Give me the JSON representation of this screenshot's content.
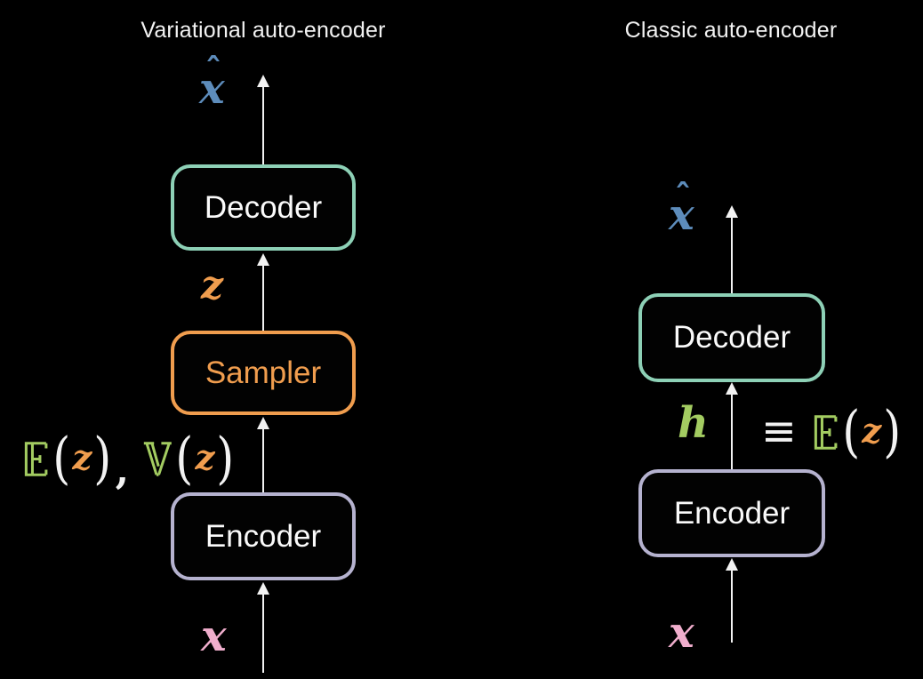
{
  "vae": {
    "title": "Variational auto-encoder",
    "boxes": {
      "decoder": "Decoder",
      "sampler": "Sampler",
      "encoder": "Encoder"
    },
    "labels": {
      "output": {
        "base": "x",
        "hat": "ˆ"
      },
      "latent": "z",
      "moments": {
        "E": "𝔼",
        "V": "𝕍",
        "open": "(",
        "close": ")",
        "comma": ",",
        "z": "z"
      },
      "input": "x"
    }
  },
  "classic": {
    "title": "Classic auto-encoder",
    "boxes": {
      "decoder": "Decoder",
      "encoder": "Encoder"
    },
    "labels": {
      "output": {
        "base": "x",
        "hat": "ˆ"
      },
      "hidden": "h",
      "equivalence": {
        "equiv": "≡",
        "E": "𝔼",
        "open": "(",
        "z": "z",
        "close": ")"
      },
      "input": "x"
    }
  },
  "colors": {
    "background": "#000000",
    "text_white": "#f2f2f2",
    "decoder_border_teal": "#8dd0b6",
    "sampler_border_orange": "#f09d4e",
    "encoder_border_purple": "#b5b2cf",
    "xhat_blue": "#5d8cbb",
    "z_orange": "#f09d4e",
    "expectation_green": "#a3cc61",
    "x_pink": "#f0aecd"
  }
}
